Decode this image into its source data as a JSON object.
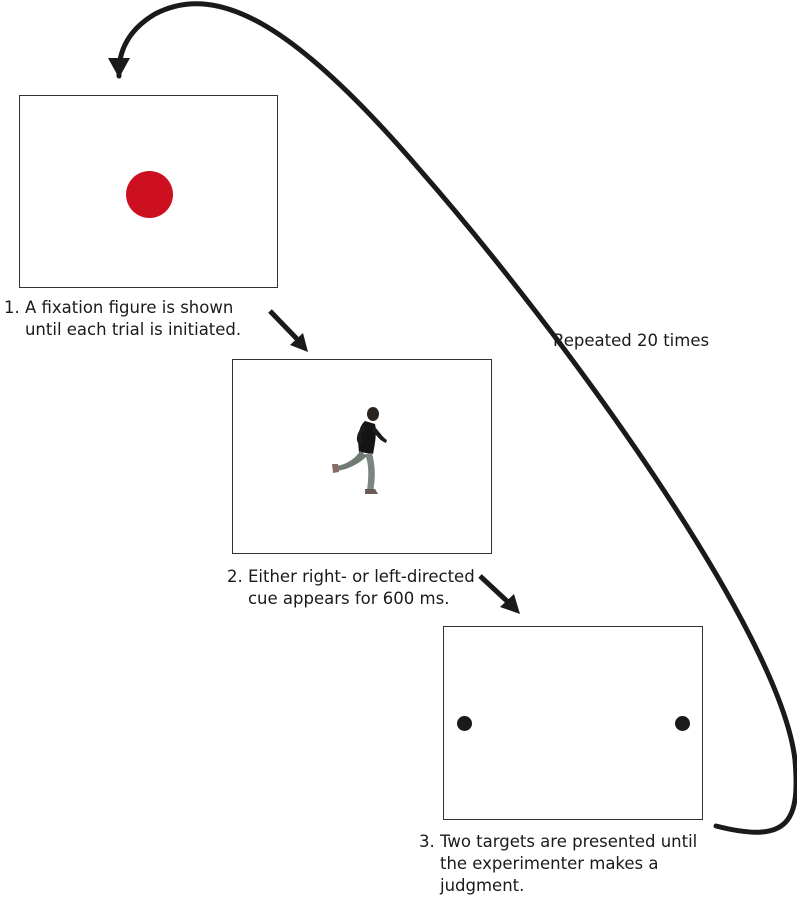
{
  "steps": [
    {
      "caption": "1. A fixation figure is shown\n    until each trial is initiated."
    },
    {
      "caption": "2. Either right- or left-directed\n    cue appears for 600 ms."
    },
    {
      "caption": "3. Two targets are presented until\n    the experimenter makes a\n    judgment."
    }
  ],
  "loop_label": "Repeated 20 times",
  "colors": {
    "fixation": "#cc1020",
    "target": "#1a1a1a",
    "frame": "#333333",
    "arrow": "#1a1a1a"
  },
  "icons": {
    "fixation": "red-circle",
    "cue": "running-person-figure",
    "targets": "black-dot"
  }
}
